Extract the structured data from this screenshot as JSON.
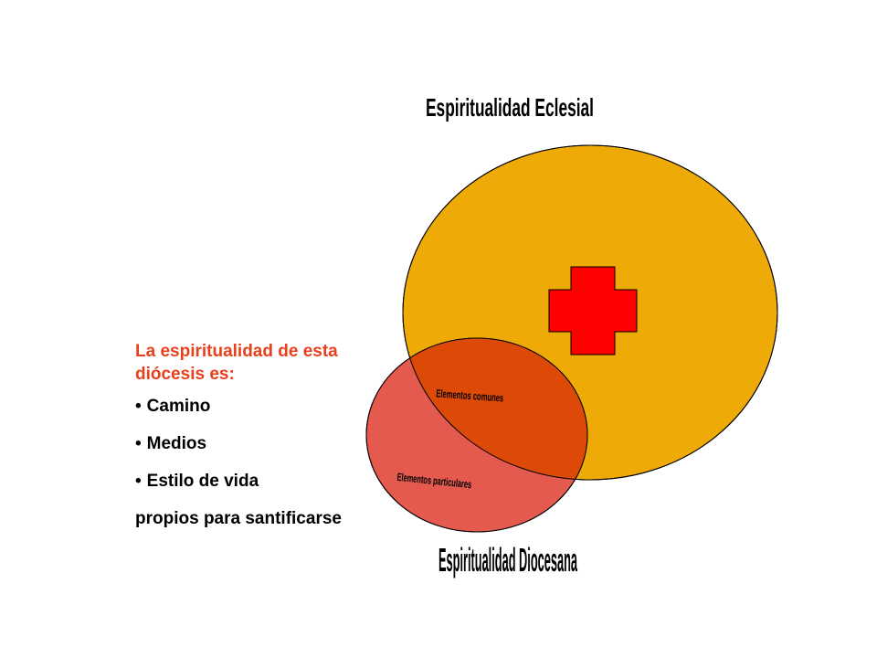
{
  "title_top": "Espiritualidad Eclesial",
  "title_bottom": "Espiritualidad Diocesana",
  "label_common": "Elementos comunes",
  "label_particular": "Elementos particulares",
  "caption": {
    "lead": "La espiritualidad de esta diócesis es:",
    "items": [
      "Camino",
      "Medios",
      "Estilo de vida"
    ],
    "bullet": "•",
    "closing": "propios para santificarse"
  },
  "colors": {
    "large_circle": "#eeaa07",
    "small_circle": "#e45a4f",
    "overlap": "#dd4a08",
    "cross": "#ff0000",
    "caption_lead": "#e8401c"
  }
}
